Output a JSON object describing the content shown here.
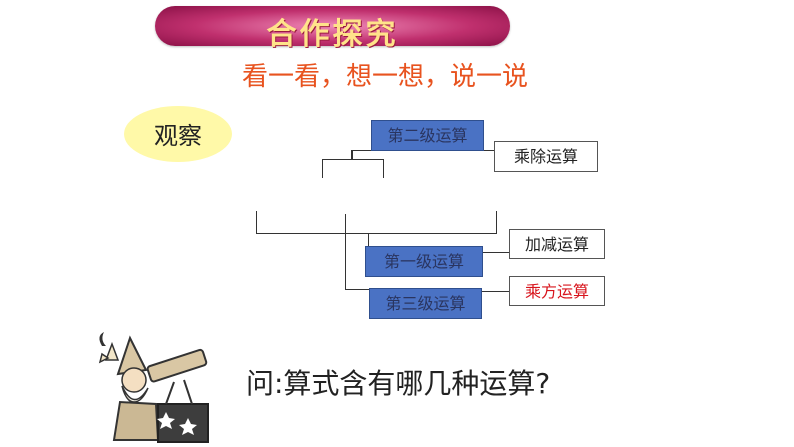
{
  "banner": {
    "title": "合作探究"
  },
  "subtitle": "看一看，想一想，说一说",
  "observe_label": "观察",
  "diagram": {
    "level2": "第二级运算",
    "level1": "第一级运算",
    "level3": "第三级运算",
    "mul_div": "乘除运算",
    "add_sub": "加减运算",
    "power": "乘方运算"
  },
  "question": "问:算式含有哪几种运算?",
  "colors": {
    "accent": "#e8531f",
    "box_blue": "#4a72c4",
    "highlight_red": "#d8141c"
  },
  "icons": [
    "wizard-telescope-icon"
  ]
}
